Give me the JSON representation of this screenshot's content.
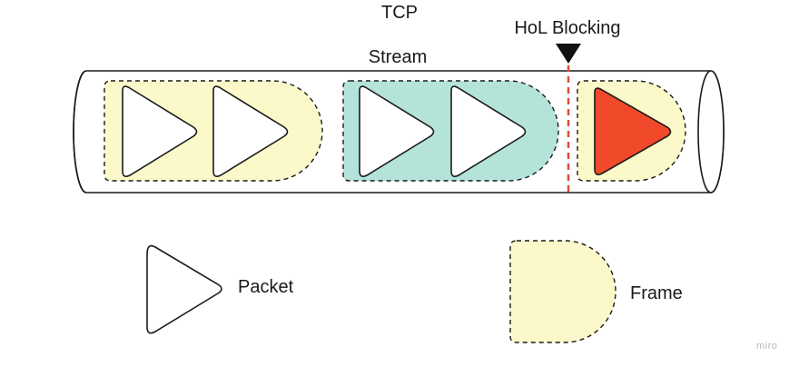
{
  "labels": {
    "top": "TCP",
    "stream": "Stream",
    "hol": "HoL Blocking",
    "legend_packet": "Packet",
    "legend_frame": "Frame",
    "watermark": "miro"
  },
  "colors": {
    "frame_fill": "#fbf8c9",
    "stream_fill": "#b4e3da",
    "blocked_packet": "#f04a2a",
    "hol_line": "#e24a33",
    "outline": "#1a1a1a"
  },
  "frames": [
    {
      "name": "frame-1",
      "fill": "frame",
      "packets": 2
    },
    {
      "name": "frame-stream",
      "fill": "stream",
      "packets": 2
    },
    {
      "name": "frame-blocked",
      "fill": "frame",
      "packets": 1,
      "blocked": true
    }
  ]
}
